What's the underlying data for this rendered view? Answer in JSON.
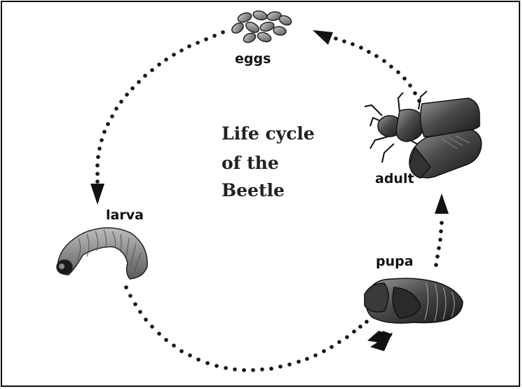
{
  "title": [
    "Life cycle",
    "of the",
    "Beetle"
  ],
  "stages": {
    "eggs": "eggs",
    "adult": "adult",
    "pupa": "pupa",
    "larva": "larva"
  },
  "cycle_order": [
    "eggs",
    "larva",
    "pupa",
    "adult"
  ],
  "colors": {
    "ink": "#111111",
    "insect_dark": "#2a2a2a",
    "insect_mid": "#6a6a6a",
    "larva_gray": "#8c8c8c"
  }
}
